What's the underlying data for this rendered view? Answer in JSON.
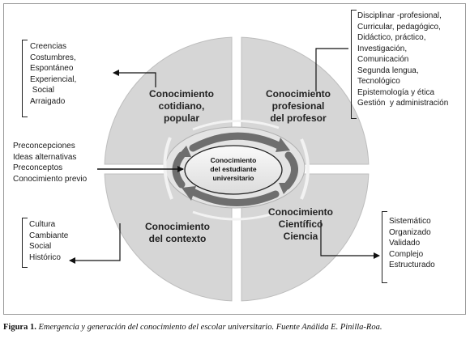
{
  "quadrants": {
    "top_left": "Conocimiento\ncotidiano,\npopular",
    "top_right": "Conocimiento\nprofesional\ndel profesor",
    "bottom_left": "Conocimiento\ndel contexto",
    "bottom_right": "Conocimiento\nCientífico\nCiencia"
  },
  "center": "Conocimiento\ndel estudiante\nuniversitario",
  "lists": {
    "top_left": "Creencias\nCostumbres,\nEspontáneo\nExperiencial,\n Social\nArraigado",
    "top_right": "Disciplinar -profesional,\nCurricular, pedagógico,\nDidáctico, práctico,\nInvestigación,\nComunicación\nSegunda lengua,\nTecnológico\nEpistemología y ética\nGestión  y administración",
    "left_middle": "Preconcepciones\nIdeas alternativas\nPreconceptos\nConocimiento previo",
    "bottom_left": "Cultura\nCambiante\nSocial\nHistórico",
    "bottom_right": "Sistemático\nOrganizado\nValidado\nComplejo\nEstructurado"
  },
  "caption": {
    "label": "Figura 1.",
    "text": " Emergencia y generación del conocimiento del escolar universitario. Fuente Análida E. Pinilla-Roa."
  },
  "colors": {
    "quadrant_fill": "#d6d6d6",
    "ring_fill": "#8a8a8a",
    "center_fill": "#f0f0f0",
    "frame": "#9a9a9a"
  }
}
